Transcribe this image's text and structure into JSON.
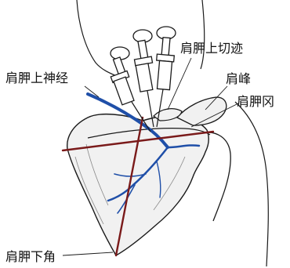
{
  "labels": {
    "suprascapular_nerve": "肩胛上神经",
    "suprascapular_notch": "肩胛上切迹",
    "acromion": "肩峰",
    "scapular_notch": "肩胛冈",
    "inferior_angle": "肩胛下角"
  },
  "colors": {
    "outline": "#1a1a1a",
    "bone_fill": "#f1f1f1",
    "nerve": "#1f4fa8",
    "landmark_line": "#7a1a1a",
    "background": "#ffffff"
  },
  "icons": {
    "syringe": "syringe-icon"
  }
}
